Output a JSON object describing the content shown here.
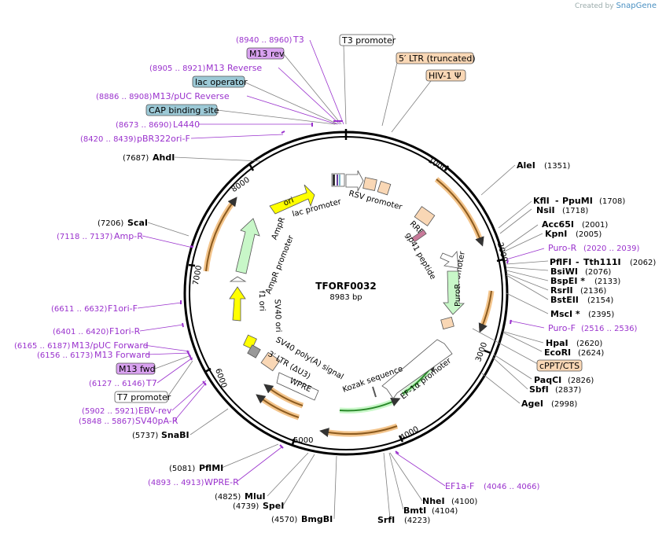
{
  "logo": {
    "created_by": "Created by",
    "brand": "SnapGene"
  },
  "plasmid": {
    "name": "TFORF0032",
    "length": "8983 bp"
  },
  "ticks": [
    "1000",
    "2000",
    "3000",
    "4000",
    "5000",
    "6000",
    "7000",
    "8000"
  ],
  "enzymes": [
    {
      "name": "AleI",
      "pos": "(1351)"
    },
    {
      "name": "KflI",
      "pos": ""
    },
    {
      "name": "PpuMI",
      "pos": "(1708)"
    },
    {
      "name": "NsiI",
      "pos": "(1718)"
    },
    {
      "name": "Acc65I",
      "pos": "(2001)"
    },
    {
      "name": "KpnI",
      "pos": "(2005)"
    },
    {
      "name": "PflFI",
      "pos": ""
    },
    {
      "name": "Tth111I",
      "pos": "(2062)"
    },
    {
      "name": "BsiWI",
      "pos": "(2076)"
    },
    {
      "name": "BspEI *",
      "pos": "(2133)"
    },
    {
      "name": "RsrII",
      "pos": "(2136)"
    },
    {
      "name": "BstEII",
      "pos": "(2154)"
    },
    {
      "name": "MscI *",
      "pos": "(2395)"
    },
    {
      "name": "HpaI",
      "pos": "(2620)"
    },
    {
      "name": "EcoRI",
      "pos": "(2624)"
    },
    {
      "name": "PaqCI",
      "pos": "(2826)"
    },
    {
      "name": "SbfI",
      "pos": "(2837)"
    },
    {
      "name": "AgeI",
      "pos": "(2998)"
    },
    {
      "name": "NheI",
      "pos": "(4100)"
    },
    {
      "name": "BmtI",
      "pos": "(4104)"
    },
    {
      "name": "SrfI",
      "pos": "(4223)"
    },
    {
      "name": "BmgBI",
      "pos": "(4570)"
    },
    {
      "name": "SpeI",
      "pos": "(4739)"
    },
    {
      "name": "MluI",
      "pos": "(4825)"
    },
    {
      "name": "PflMI",
      "pos": "(5081)"
    },
    {
      "name": "SnaBI",
      "pos": "(5737)"
    },
    {
      "name": "ScaI",
      "pos": "(7206)"
    },
    {
      "name": "AhdI",
      "pos": "(7687)"
    }
  ],
  "primers": [
    {
      "name": "T3",
      "range": "(8940 .. 8960)"
    },
    {
      "name": "M13 Reverse",
      "range": "(8905 .. 8921)"
    },
    {
      "name": "M13/pUC Reverse",
      "range": "(8886 .. 8908)"
    },
    {
      "name": "L4440",
      "range": "(8673 .. 8690)"
    },
    {
      "name": "pBR322ori-F",
      "range": "(8420 .. 8439)"
    },
    {
      "name": "Amp-R",
      "range": "(7118 .. 7137)"
    },
    {
      "name": "F1ori-F",
      "range": "(6611 .. 6632)"
    },
    {
      "name": "F1ori-R",
      "range": "(6401 .. 6420)"
    },
    {
      "name": "M13/pUC Forward",
      "range": "(6165 .. 6187)"
    },
    {
      "name": "M13 Forward",
      "range": "(6156 .. 6173)"
    },
    {
      "name": "T7",
      "range": "(6127 .. 6146)"
    },
    {
      "name": "EBV-rev",
      "range": "(5902 .. 5921)"
    },
    {
      "name": "SV40pA-R",
      "range": "(5848 .. 5867)"
    },
    {
      "name": "WPRE-R",
      "range": "(4893 .. 4913)"
    },
    {
      "name": "EF1a-F",
      "range": "(4046 .. 4066)"
    },
    {
      "name": "Puro-R",
      "range": "(2020 .. 2039)"
    },
    {
      "name": "Puro-F",
      "range": "(2516 .. 2536)"
    }
  ],
  "boxed": {
    "t3_promoter": "T3 promoter",
    "m13_rev": "M13 rev",
    "lac_operator": "lac operator",
    "cap_site": "CAP binding site",
    "ltr_trunc": "5′ LTR (truncated)",
    "hiv_psi": "HIV-1 Ψ",
    "cppt": "cPPT/CTS",
    "m13_fwd": "M13 fwd",
    "t7_promoter": "T7 promoter",
    "wpre": "WPRE"
  },
  "features": {
    "ori": "ori",
    "ampr": "AmpR",
    "ampr_promoter": "AmpR promoter",
    "f1_ori": "f1 ori",
    "sv40_ori": "SV40 ori",
    "lac_promoter": "lac promoter",
    "rsv_promoter": "RSV promoter",
    "rre": "RRE",
    "gp41": "gp41 peptide",
    "sv40_promoter": "SV40 promoter",
    "puror": "PuroR",
    "ef1a": "EF-1α promoter",
    "kozak": "Kozak sequence",
    "ltr3": "3′ LTR (ΔU3)",
    "sv40_polya": "SV40 poly(A) signal"
  },
  "colors": {
    "primer": "#9a32cd",
    "yellow": "#ffff00",
    "green": "#c8f7c8",
    "orange": "#f3c48b",
    "ltr": "#f9d7b5"
  }
}
